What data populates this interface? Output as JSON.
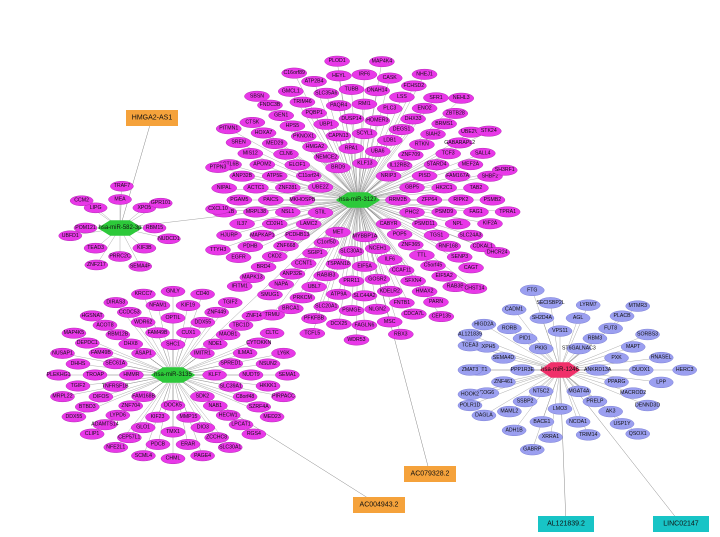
{
  "colors": {
    "target": "#e838e8",
    "target_stroke": "#b726b7",
    "target_alt": "#9b9ff0",
    "target_alt_stroke": "#7c80d6",
    "hub": "#2dc93a",
    "hub_alt": "#f0306a",
    "lnc": "#f5a23b",
    "lnc_alt": "#18c4c6",
    "edge": "#8a8a8a"
  },
  "clusters": [
    {
      "id": "c1",
      "hub": "hsa-miR-3127",
      "color": "target",
      "lnc": [],
      "targets": [
        "RRM2B",
        "CABYR",
        "MYBBP1A",
        "MET",
        "STIL",
        "UBE2Z",
        "BRD9",
        "KLF13",
        "NRIP3",
        "PHC2",
        "POP5",
        "NCEH1",
        "SLC30A1",
        "C1orf50",
        "LAMC2",
        "MKHOSPB",
        "C11orf24",
        "NEMCE2",
        "RPA1",
        "UBA6",
        "IL12RB2",
        "GBP5",
        "ZFP64",
        "PSMD11",
        "ZNF365",
        "ILF6",
        "EIF5A",
        "TSPAN18",
        "SGIP1",
        "PCDHB13",
        "NSL1",
        "ZNF281",
        "ELOF1",
        "HMGA2",
        "CAPN13",
        "SCYL1",
        "LDB1",
        "ZNF709",
        "PISD",
        "PSMD9",
        "TGS1",
        "TTL",
        "CCAF11",
        "GOSR2",
        "PRR11",
        "ARFGEF2",
        "RABIB3",
        "CCNT1",
        "ZNF668",
        "CD2H1",
        "RHOXF2",
        "PAICS",
        "ATP5E",
        "CLN6",
        "PKNOX1",
        "UBP1",
        "MGEP4",
        "DUSP14",
        "HOMER3",
        "DEGS1",
        "RTKN",
        "STARD4",
        "HK2C1",
        "RIPK2",
        "NPL",
        "RNF168",
        "C5orf45",
        "SFXN4",
        "KDELR2",
        "SLC44A2",
        "CCR4B",
        "ATP9A",
        "UBL7",
        "ANP32E",
        "NUCB2",
        "CKD2",
        "MAPKAP1",
        "MRPL38",
        "ACTC1",
        "APOM2",
        "MED29",
        "HPS5",
        "PQBP1",
        "PAQR4",
        "USP1a",
        "RMI1",
        "MRI1B",
        "PLC3",
        "DHX33",
        "SIAH2",
        "TCF3",
        "FAM167A",
        "FAG1",
        "SLC24A3",
        "COX",
        "MEMORT",
        "NIEB2",
        "SENP3",
        "EIF5A2",
        "MMP34",
        "HMAX2",
        "CRKB",
        "FNTB1",
        "NLGN2",
        "KDELR2",
        "PSMGE",
        "PPC2",
        "RMIG",
        "SLC20A1",
        "TXNI",
        "PRKCM",
        "NAPA",
        "BRD4",
        "PDHB",
        "IL37",
        "PGAM5",
        "ANP32B",
        "MIS12",
        "HOXA7",
        "HAGF",
        "GEN1",
        "TRIM46",
        "NCB",
        "MUSL1"
      ]
    }
  ],
  "hubs": [
    {
      "id": "h1",
      "label": "hsa-miR-3127",
      "color": "hub"
    },
    {
      "id": "h2",
      "label": "hsa-miR-582-3p",
      "color": "hub"
    },
    {
      "id": "h3",
      "label": "hsa-miR-3135",
      "color": "hub"
    },
    {
      "id": "h4",
      "label": "hsa-miR-1246",
      "color": "hub_alt"
    }
  ],
  "lncs": [
    {
      "id": "l1",
      "label": "HMGA2-AS1",
      "color": "lnc"
    },
    {
      "id": "l2",
      "label": "AC079328.2",
      "color": "lnc"
    },
    {
      "id": "l3",
      "label": "AC004943.2",
      "color": "lnc"
    },
    {
      "id": "l4",
      "label": "AL121839.2",
      "color": "lnc_alt"
    },
    {
      "id": "l5",
      "label": "LINC02147",
      "color": "lnc_alt"
    }
  ],
  "targets_h1": [
    "RRM2B",
    "CABYR",
    "MYBBP1A",
    "MET",
    "STIL",
    "UBE2Z",
    "BRD9",
    "KLF13",
    "NRIP3",
    "PHC2",
    "POP5",
    "NCEH1",
    "SLC30A1",
    "C1orf50",
    "LAMC2",
    "MKHOSPB",
    "C11orf24",
    "NEMCE2",
    "RPA1",
    "UBA6",
    "IL12RB2",
    "GBP5",
    "ZFP64",
    "PSMD11",
    "ZNF365",
    "ILF6",
    "EIF5A",
    "TSPAN18",
    "SGIP1",
    "PCDHB13",
    "NSL1",
    "ZNF281",
    "ELOF1",
    "HMGA2",
    "CAPN13",
    "SCYL1",
    "LDB1",
    "ZNF709",
    "PISD",
    "PSMD9",
    "TGS1",
    "TTL",
    "CCAF11",
    "GOSR2",
    "PRR11",
    "RABIB3",
    "CCNT1",
    "ZNF668",
    "CD2H1",
    "PAICS",
    "ATP5E",
    "CLN6",
    "PKNOX1",
    "UBP1",
    "DUSP14",
    "HOMER3",
    "DEGS1",
    "RTKN",
    "STARD4",
    "HK2C1",
    "RIPK2",
    "NPL",
    "RNF168",
    "C5orf45",
    "SFXN4",
    "KDELR2",
    "SLC44A2",
    "ATP9A",
    "UBL7",
    "ANP32E",
    "CKD2",
    "MAPKAP1",
    "MRPL38",
    "ACTC1",
    "APOM2",
    "MED29",
    "HPS5",
    "PQBP1",
    "PAQR4",
    "RMI1",
    "PLC3",
    "DHX33",
    "SIAH2",
    "TCF3",
    "FAM167A",
    "FAG1",
    "SLC24A3",
    "SENP3",
    "EIF5A2",
    "HMAX2",
    "FNTB1",
    "NLGN2",
    "PSMGE",
    "SLC20A1",
    "PRKCM",
    "NAPA",
    "BRD4",
    "PDHB",
    "IL37",
    "PGAM5",
    "ANP32B",
    "MIS12",
    "HOXA7",
    "GEN1",
    "TRIM46",
    "SLC35A6",
    "TUBB",
    "DNAH14",
    "LSS",
    "ENO2",
    "BRMS1",
    "GABARAPL2",
    "MEF2A",
    "TAB2",
    "PSMB2",
    "KIF2A",
    "CDKAL1",
    "CAGT",
    "RAB3B",
    "PARN",
    "CDCA7L",
    "MSC",
    "FAGLN6",
    "DCX25",
    "PFKFBB",
    "BRCA1",
    "SMUG1",
    "MAPK13",
    "EGFR",
    "HJURP",
    "RAD51B",
    "NIPAL",
    "ACTL6B",
    "SREN",
    "CTSK",
    "FNDC3B",
    "GMCL1",
    "ATP2B4",
    "HEYL",
    "IRF6",
    "CASK",
    "FCHSD2",
    "SFR1",
    "ZBTB28",
    "UBE2V2",
    "SALL4",
    "SHBF2",
    "TPRA1",
    "DHCR24",
    "CHST14",
    "CEP135",
    "RBX3",
    "WDR53",
    "TCFL5",
    "TRMU",
    "IFITM1",
    "TTYH3",
    "CXCL10",
    "PTPN3",
    "PITMN1",
    "SBSN",
    "C16orf89",
    "PLOD1",
    "MAP4K4",
    "NHEJ1",
    "NEHL3",
    "STK24",
    "SH3RF1"
  ],
  "targets_h2": [
    "RBM15",
    "KIF3B",
    "PRRC2C",
    "TEAD3",
    "POM121",
    "LIPG",
    "MEA",
    "XPO5",
    "NUDCD1",
    "SEMA4F",
    "ZNF217",
    "UBFD1",
    "CCM2",
    "TRAF7",
    "GPR101"
  ],
  "targets_h3": [
    "KLF7",
    "SDK2",
    "DOCK5",
    "FAM168B",
    "HMMR",
    "ASAP1",
    "SHC1",
    "IMITR1",
    "SLC39A1",
    "NAB1",
    "MMP15",
    "KIF23",
    "ZNF704",
    "TNFRSF1B",
    "SEC61A",
    "DHX8",
    "FAM49B",
    "CUX1",
    "NDE1",
    "SPRED1",
    "NUDT9",
    "C8orf48",
    "HECW1",
    "DIO3",
    "TMX1",
    "GLO1",
    "LYPD6",
    "DIFOS",
    "TROAP",
    "FAM49B",
    "RBM12B",
    "WDR62",
    "OPTIL",
    "DDX55",
    "MAOB1",
    "ILMA1",
    "HKKK1",
    "SZRF4A",
    "LPCAT1",
    "ZCCHC8",
    "ERAR",
    "PDCB",
    "CEP57L1",
    "ADAMTS14",
    "BTBD3",
    "TGIF2",
    "DHHS",
    "DEPDC1",
    "ACOT8",
    "CCDC53",
    "NFAM1",
    "KIF19",
    "ZNF449",
    "TBC1D",
    "CYTOKKN",
    "NSUN2",
    "SEMA1",
    "PIRPACC",
    "MED23",
    "RGS4",
    "SLC30A1",
    "PAGE4",
    "CHML",
    "SCML4",
    "NFE2L1",
    "CLIP1",
    "DDX55",
    "MRPL22",
    "PLEKHG1",
    "NUSAP1",
    "MAP4K5",
    "HGSNAT",
    "DIRAS3",
    "KRCC7",
    "GNLY",
    "CD40",
    "TGIF2",
    "ZNF14",
    "CLTC",
    "LY6K"
  ],
  "targets_h4": [
    "ANKRD13A",
    "MGAT4A",
    "NT5C2",
    "PPP1R3E",
    "PKIG",
    "ST6GALNAC3",
    "PPARG",
    "PRELP",
    "LMO3",
    "SSBP2",
    "ZNF461",
    "SEMA4D",
    "PID1",
    "VPS11",
    "RBM3",
    "PXK",
    "DUOX1",
    "MACROD2",
    "AK3",
    "NCOA1",
    "BACE1",
    "MAML2",
    "COG6",
    "SORT1",
    "EXPH5",
    "RORB",
    "SH2D4A",
    "AGL",
    "FUT8",
    "MAPT",
    "LPP",
    "DENND3D",
    "USP1Y",
    "TRIM14",
    "XRRA1",
    "ADH1B",
    "DAGLA",
    "HOOK2",
    "ZMAT3",
    "TCEA3",
    "HIGD2A",
    "CADM1",
    "SECISBP2L",
    "LYRM7",
    "PLACB",
    "SORBS3",
    "RNASEL",
    "HERC3",
    "QSOX1",
    "GABRP",
    "POLR1D",
    "AL121839",
    "FTG",
    "MTMR3"
  ]
}
